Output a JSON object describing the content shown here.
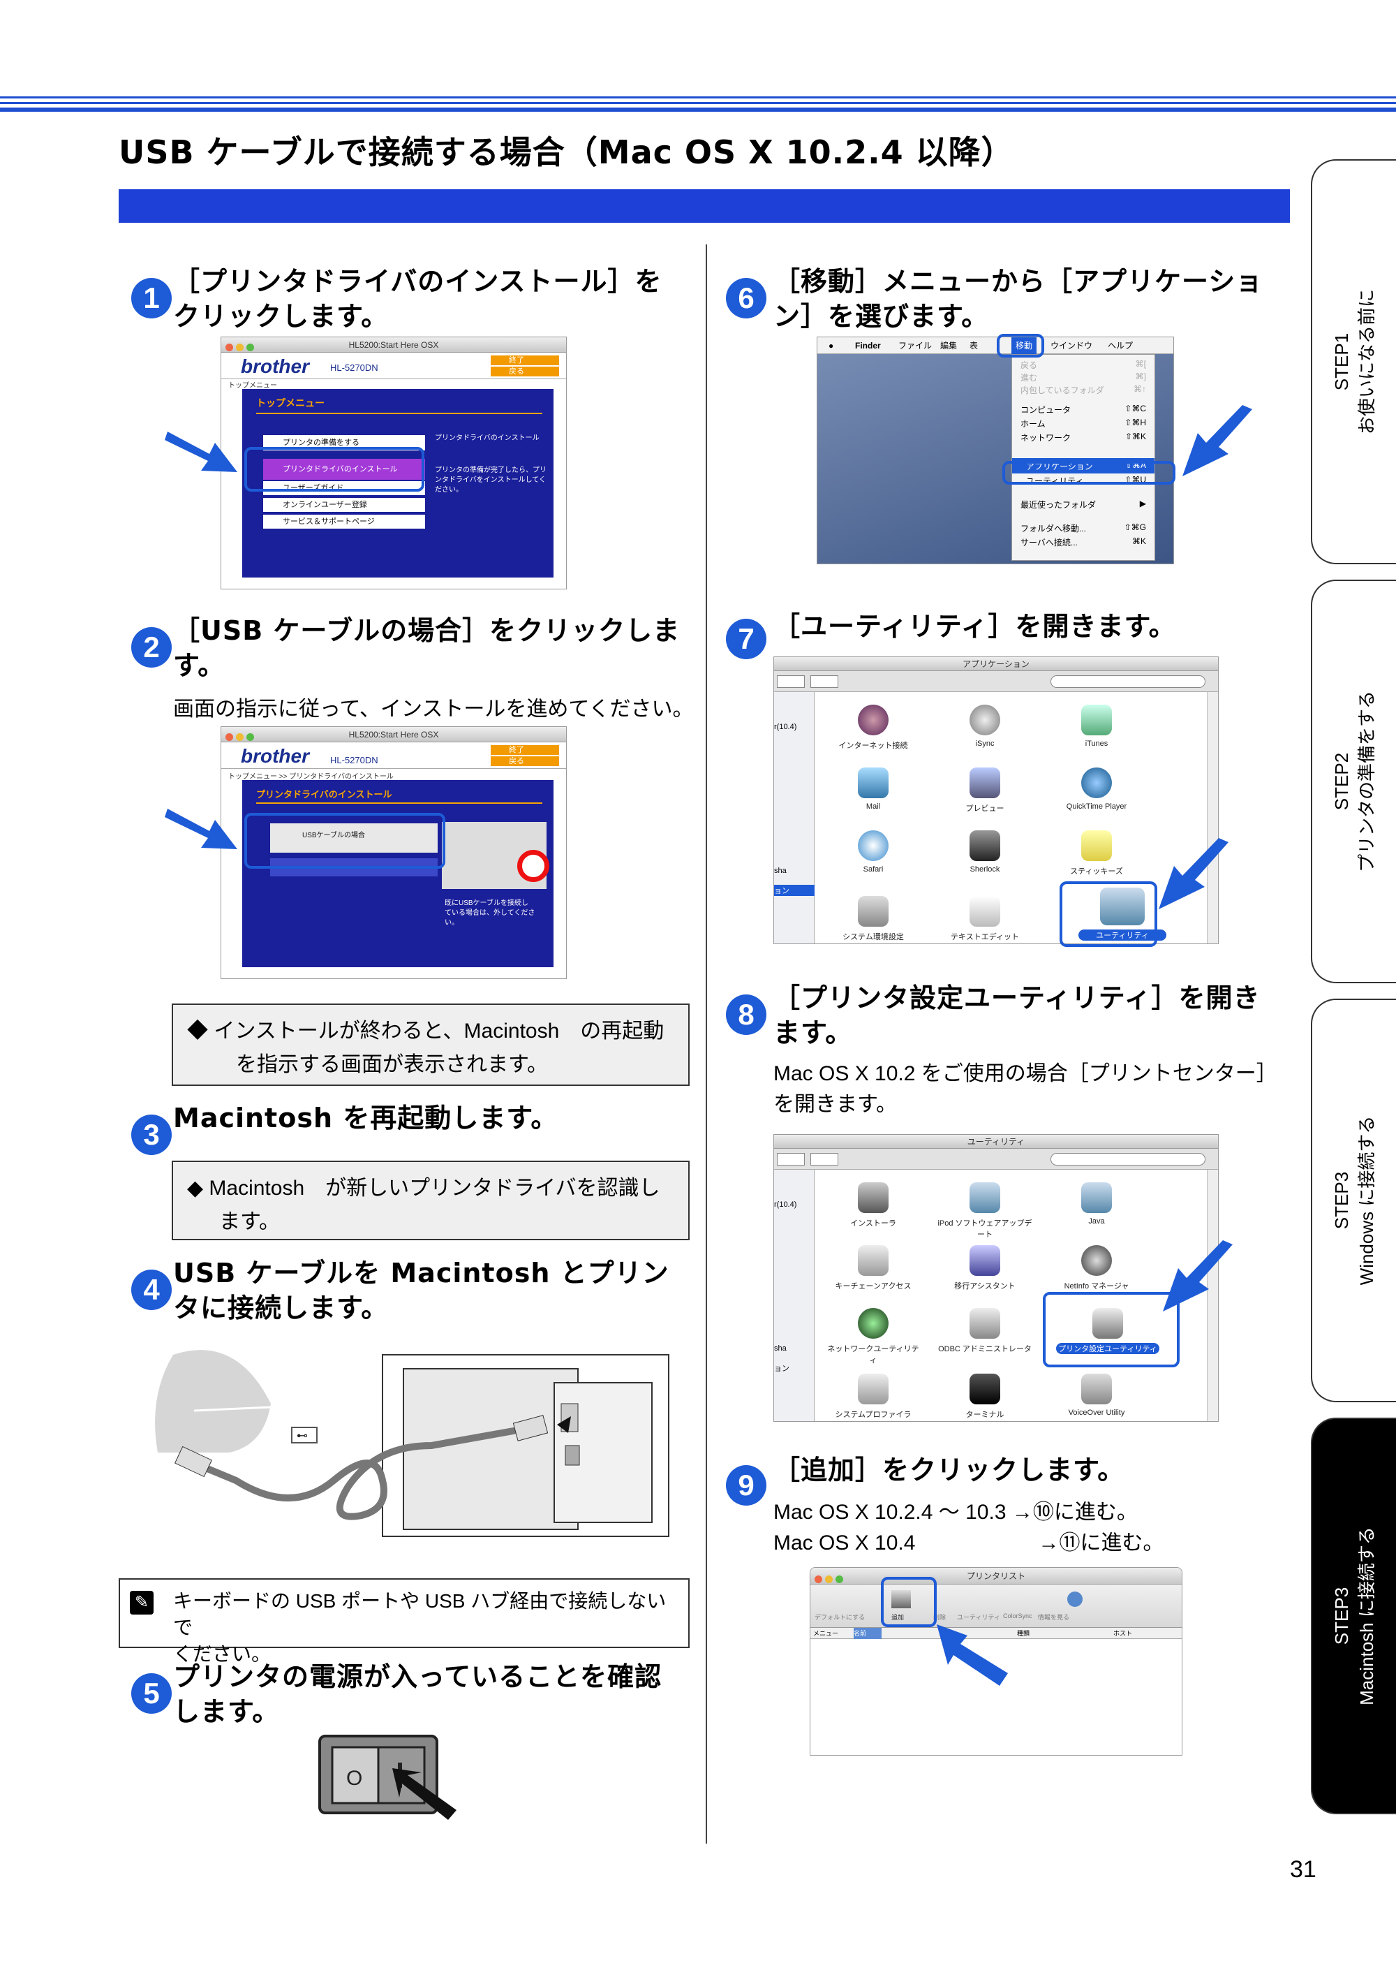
{
  "title": "USB ケーブルで接続する場合（Mac OS X 10.2.4 以降）",
  "page_number": "31",
  "tabs": [
    {
      "step": "STEP1",
      "label": "お使いになる前に"
    },
    {
      "step": "STEP2",
      "label": "プリンタの準備をする"
    },
    {
      "step": "STEP3",
      "label": "Windows に接続する"
    },
    {
      "step": "STEP3",
      "label": "Macintosh に接続する"
    }
  ],
  "steps": {
    "s1": {
      "num": "1",
      "title_l1": "［プリンタドライバのインストール］を",
      "title_l2": "クリックします。"
    },
    "s2": {
      "num": "2",
      "title_l1": "［USB ケーブルの場合］をクリックしま",
      "title_l2": "す。",
      "text": "画面の指示に従って、インストールを進めてください。",
      "note_l1": "インストールが終わると、Macintosh　の再起動",
      "note_l2": "を指示する画面が表示されます。"
    },
    "s3": {
      "num": "3",
      "title": "Macintosh を再起動します。",
      "note_l1": "Macintosh　が新しいプリンタドライバを認識し",
      "note_l2": "ます。"
    },
    "s4": {
      "num": "4",
      "title_l1": "USB ケーブルを Macintosh とプリン",
      "title_l2": "タに接続します。",
      "note_l1": "キーボードの USB ポートや USB ハブ経由で接続しないで",
      "note_l2": "ください。"
    },
    "s5": {
      "num": "5",
      "title_l1": "プリンタの電源が入っていることを確認",
      "title_l2": "します。"
    },
    "s6": {
      "num": "6",
      "title_l1": "［移動］メニューから［アプリケーショ",
      "title_l2": "ン］を選びます。"
    },
    "s7": {
      "num": "7",
      "title": "［ユーティリティ］を開きます。"
    },
    "s8": {
      "num": "8",
      "title_l1": "［プリンタ設定ユーティリティ］を開き",
      "title_l2": "ます。",
      "text_l1": "Mac OS X 10.2 をご使用の場合［プリントセンター］",
      "text_l2": "を開きます。"
    },
    "s9": {
      "num": "9",
      "title": "［追加］をクリックします。",
      "line1_a": "Mac OS X 10.2.4 〜 10.3",
      "line1_b": "→⑩に進む。",
      "line2_a": "Mac OS X 10.4",
      "line2_b": "→⑪に進む。"
    }
  },
  "shot1": {
    "window_title": "HL5200:Start Here OSX",
    "brand": "brother",
    "model": "HL-5270DN",
    "btn_quit": "終了",
    "btn_back": "戻る",
    "crumb": "トップメニュー",
    "heading": "トップメニュー",
    "menu": [
      "プリンタの準備をする",
      "プリンタドライバのインストール",
      "ユーザーズガイド",
      "オンラインユーザー登録",
      "サービス＆サポートページ"
    ],
    "side_title": "プリンタドライバのインストール",
    "side_text_l1": "プリンタの準備が完了したら、プリ",
    "side_text_l2": "ンタドライバをインストールしてく",
    "side_text_l3": "ださい。"
  },
  "shot2": {
    "window_title": "HL5200:Start Here OSX",
    "brand": "brother",
    "model": "HL-5270DN",
    "btn_quit": "終了",
    "btn_back": "戻る",
    "crumb": "トップメニュー >> プリンタドライバのインストール",
    "heading": "プリンタドライバのインストール",
    "option": "USBケーブルの場合",
    "warn_l1": "既にUSBケーブルを接続し",
    "warn_l2": "ている場合は、外してくださ",
    "warn_l3": "い。"
  },
  "shot6": {
    "menubar": [
      "Finder",
      "ファイル",
      "編集",
      "表",
      "移動",
      "ウインドウ",
      "ヘルプ"
    ],
    "items": [
      {
        "label": "戻る",
        "key": "⌘["
      },
      {
        "label": "進む",
        "key": "⌘]"
      },
      {
        "label": "内包しているフォルダ",
        "key": "⌘↑"
      },
      {
        "label": "コンピュータ",
        "key": "⇧⌘C"
      },
      {
        "label": "ホーム",
        "key": "⇧⌘H"
      },
      {
        "label": "ネットワーク",
        "key": "⇧⌘K"
      },
      {
        "label": "アプリケーション",
        "key": "⇧⌘A"
      },
      {
        "label": "ユーティリティ",
        "key": "⇧⌘U"
      },
      {
        "label": "最近使ったフォルダ",
        "key": "▶"
      },
      {
        "label": "フォルダへ移動...",
        "key": "⇧⌘G"
      },
      {
        "label": "サーバへ接続...",
        "key": "⌘K"
      }
    ]
  },
  "shot7": {
    "window_title": "アプリケーション",
    "sidebar": [
      "r(10.4)",
      "sha",
      "ョン"
    ],
    "icons": [
      "インターネット接続",
      "iSync",
      "iTunes",
      "Mail",
      "プレビュー",
      "QuickTime Player",
      "Safari",
      "Sherlock",
      "スティッキーズ",
      "システム環境設定",
      "テキストエディット",
      "ユーティリティ"
    ]
  },
  "shot8": {
    "window_title": "ユーティリティ",
    "sidebar": [
      "r(10.4)",
      "sha",
      "ョン"
    ],
    "icons": [
      "インストーラ",
      "iPod ソフトウェアアップデート",
      "Java",
      "キーチェーンアクセス",
      "移行アシスタント",
      "NetInfo マネージャ",
      "ネットワークユーティリティ",
      "ODBC アドミニストレータ",
      "プリンタ設定ユーティリティ",
      "システムプロファイラ",
      "ターミナル",
      "VoiceOver Utility"
    ]
  },
  "shot9": {
    "window_title": "プリンタリスト",
    "toolbar": [
      "デフォルトにする",
      "追加",
      "削除",
      "ユーティリティ",
      "ColorSync",
      "情報を見る"
    ],
    "cols": [
      "メニュー",
      "名前",
      "種類",
      "ホスト"
    ]
  },
  "usb_symbol": "⊷"
}
